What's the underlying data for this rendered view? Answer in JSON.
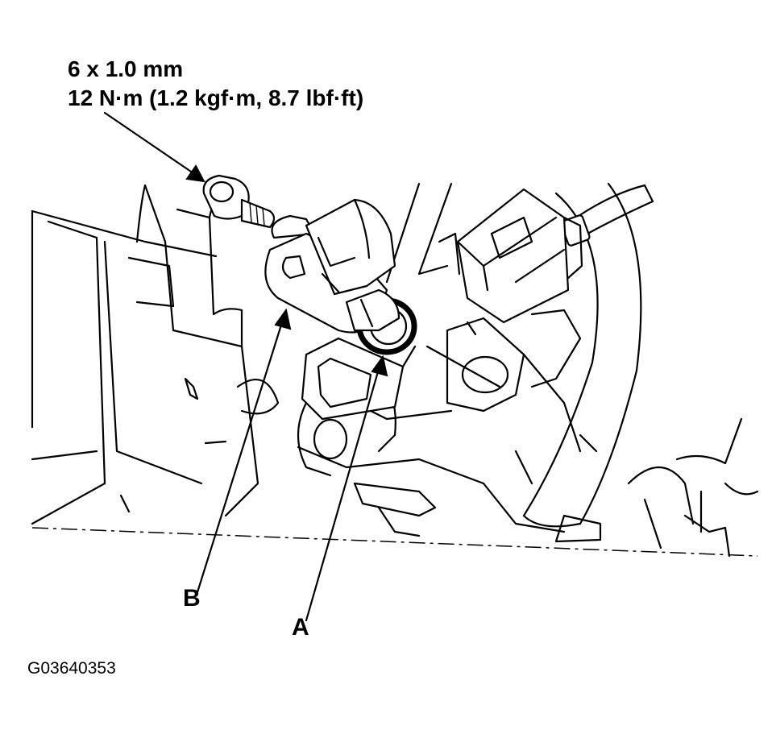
{
  "specification": {
    "bolt_size": "6 x 1.0 mm",
    "torque": "12 N·m (1.2 kgf·m, 8.7 lbf·ft)"
  },
  "callouts": {
    "a": "A",
    "b": "B"
  },
  "figure_id": "G03640353"
}
